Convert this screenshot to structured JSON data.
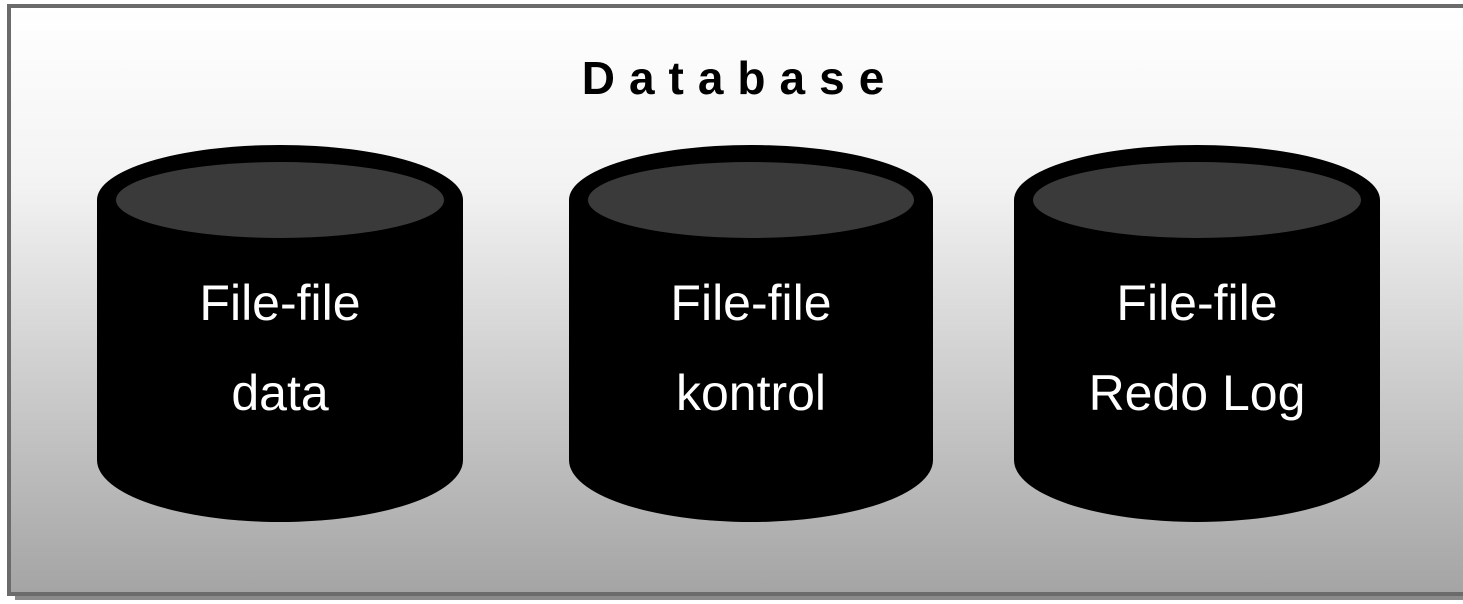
{
  "diagram": {
    "title": "Database",
    "cylinders": [
      {
        "line1": "File-file",
        "line2": "data"
      },
      {
        "line1": "File-file",
        "line2": "kontrol"
      },
      {
        "line1": "File-file",
        "line2": "Redo Log"
      }
    ]
  },
  "colors": {
    "frame_border": "#6b6b6b",
    "gradient_top": "#ffffff",
    "gradient_bottom": "#a4a4a4",
    "cylinder_body": "#000000",
    "cylinder_top": "#3a3a3a",
    "label_text": "#ffffff"
  }
}
